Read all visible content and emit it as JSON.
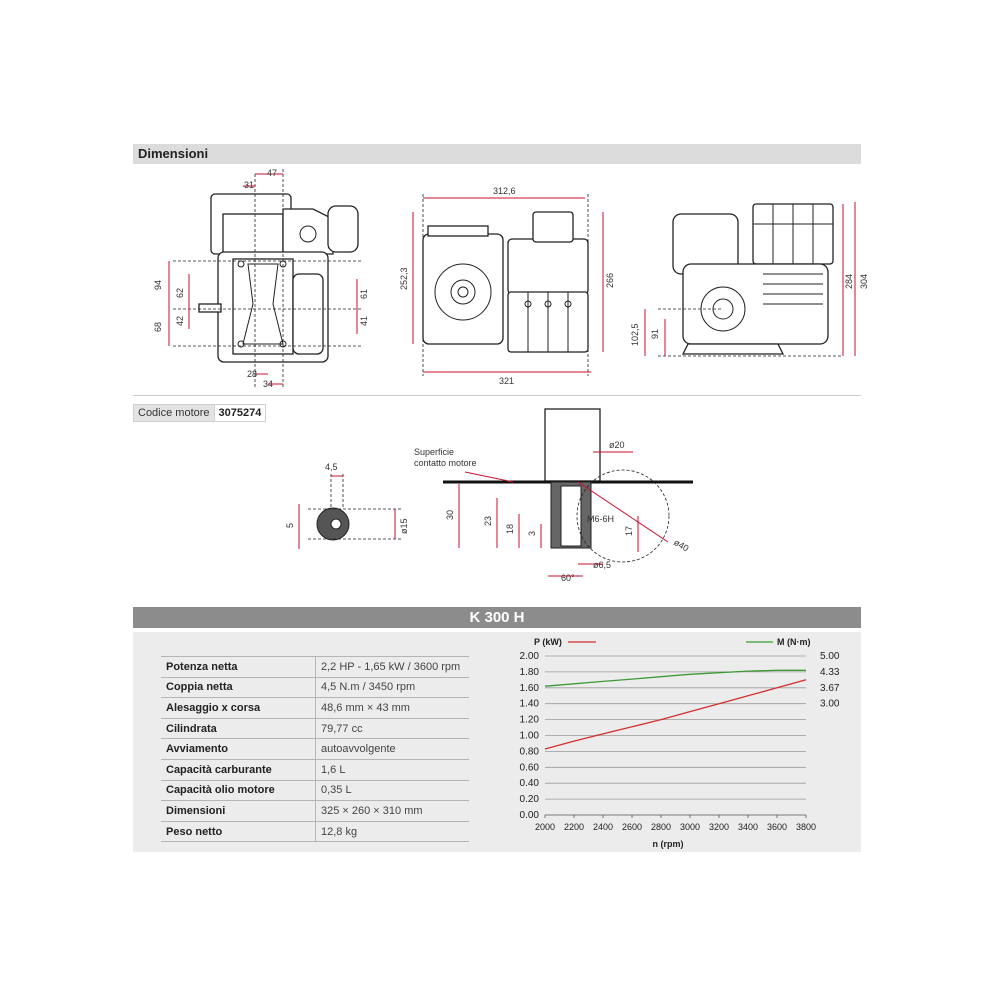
{
  "header": {
    "dimensions_title": "Dimensioni"
  },
  "engine_code": {
    "label": "Codice motore",
    "value": "3075274"
  },
  "model": {
    "name": "K 300 H"
  },
  "views": {
    "side": {
      "dims": [
        "47",
        "31",
        "94",
        "62",
        "42",
        "68",
        "61",
        "41",
        "28",
        "34"
      ]
    },
    "front": {
      "dims": [
        "312,6",
        "252,3",
        "266",
        "321"
      ]
    },
    "rear": {
      "dims": [
        "284",
        "304",
        "102,5",
        "91"
      ]
    }
  },
  "shaft": {
    "contact_label": [
      "Superficie",
      "contatto motore"
    ],
    "dims": {
      "d20": "ø20",
      "m6": "M6-6H",
      "d40": "ø40",
      "d65": "ø6,5",
      "angle": "60°",
      "h30": "30",
      "h23": "23",
      "h18": "18",
      "h3": "3",
      "h17": "17"
    }
  },
  "key": {
    "dims": {
      "w": "4,5",
      "h": "5",
      "d": "ø15"
    }
  },
  "specs": [
    {
      "label": "Potenza netta",
      "value": "2,2 HP - 1,65 kW / 3600 rpm"
    },
    {
      "label": "Coppia netta",
      "value": "4,5 N.m / 3450 rpm"
    },
    {
      "label": "Alesaggio x corsa",
      "value": "48,6 mm × 43 mm"
    },
    {
      "label": "Cilindrata",
      "value": "79,77 cc"
    },
    {
      "label": "Avviamento",
      "value": "autoavvolgente"
    },
    {
      "label": "Capacità carburante",
      "value": "1,6 L"
    },
    {
      "label": "Capacità olio motore",
      "value": "0,35 L"
    },
    {
      "label": "Dimensioni",
      "value": "325 × 260 × 310 mm"
    },
    {
      "label": "Peso netto",
      "value": "12,8 kg"
    }
  ],
  "chart_data": {
    "type": "line",
    "xlabel": "n (rpm)",
    "x_ticks": [
      2000,
      2200,
      2400,
      2600,
      2800,
      3000,
      3200,
      3400,
      3600,
      3800
    ],
    "xlim": [
      2000,
      3800
    ],
    "y_left": {
      "label": "P (kW)",
      "ticks": [
        "0.00",
        "0.20",
        "0.40",
        "0.60",
        "0.80",
        "1.00",
        "1.20",
        "1.40",
        "1.60",
        "1.80",
        "2.00"
      ],
      "lim": [
        0,
        2.0
      ]
    },
    "y_right": {
      "label": "M (N·m)",
      "ticks": [
        "3.00",
        "3.67",
        "4.33",
        "5.00"
      ]
    },
    "series": [
      {
        "name": "P (kW)",
        "color": "#d32f2f",
        "axis": "left",
        "x": [
          2000,
          2200,
          2400,
          2600,
          2800,
          3000,
          3200,
          3400,
          3600,
          3800
        ],
        "y": [
          0.83,
          0.93,
          1.02,
          1.11,
          1.2,
          1.3,
          1.4,
          1.5,
          1.6,
          1.7
        ]
      },
      {
        "name": "M (N·m)",
        "color": "#3d9b35",
        "axis": "left_scale",
        "x": [
          2000,
          2200,
          2400,
          2600,
          2800,
          3000,
          3200,
          3400,
          3600,
          3800
        ],
        "y": [
          1.62,
          1.65,
          1.68,
          1.71,
          1.74,
          1.77,
          1.79,
          1.81,
          1.82,
          1.82
        ]
      }
    ],
    "grid": true
  }
}
